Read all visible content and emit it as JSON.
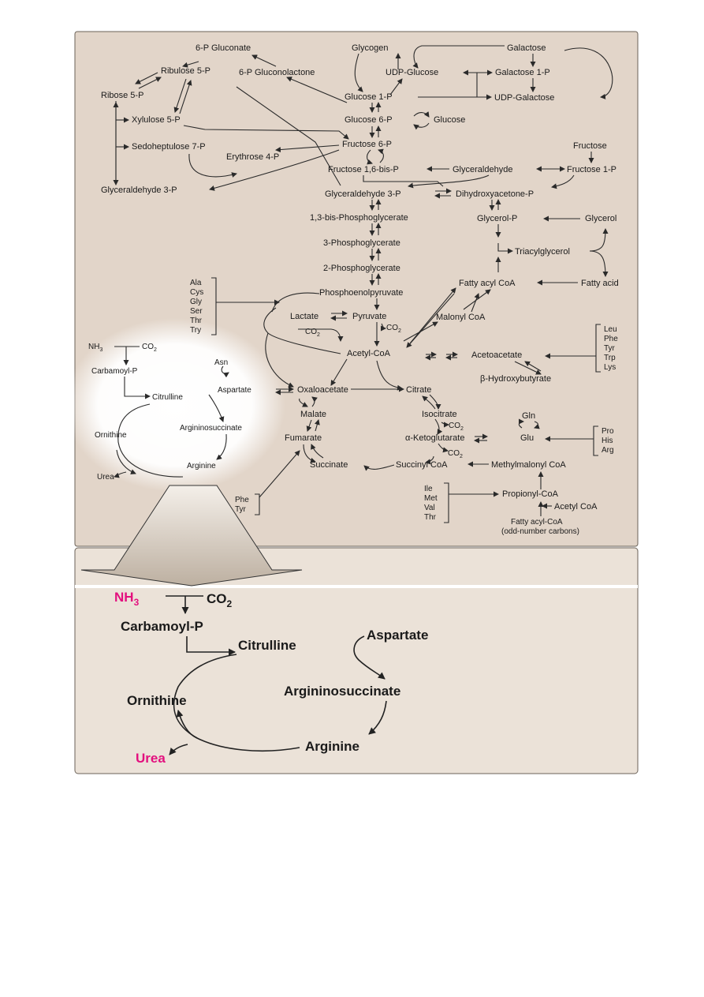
{
  "overview": {
    "pentose": {
      "p6_gluconate": "6-P Gluconate",
      "ribulose5p": "Ribulose 5-P",
      "gluconolactone": "6-P Gluconolactone",
      "ribose5p": "Ribose 5-P",
      "xylulose5p": "Xylulose 5-P",
      "sedoheptulose7p": "Sedoheptulose 7-P",
      "erythrose4p": "Erythrose 4-P",
      "glyceraldehyde3p_left": "Glyceraldehyde 3-P"
    },
    "glycogen": {
      "glycogen": "Glycogen",
      "udp_glucose": "UDP-Glucose",
      "galactose": "Galactose",
      "galactose1p": "Galactose 1-P",
      "udp_galactose": "UDP-Galactose",
      "glucose1p": "Glucose 1-P",
      "glucose6p": "Glucose 6-P",
      "glucose": "Glucose"
    },
    "glycolysis": {
      "fructose6p": "Fructose 6-P",
      "fructose": "Fructose",
      "fructose16bis": "Fructose 1,6-bis-P",
      "glyceraldehyde": "Glyceraldehyde",
      "fructose1p": "Fructose 1-P",
      "glyceraldehyde3p": "Glyceraldehyde 3-P",
      "dhap": "Dihydroxyacetone-P",
      "bpg13": "1,3-bis-Phosphoglycerate",
      "pg3": "3-Phosphoglycerate",
      "pg2": "2-Phosphoglycerate",
      "pep": "Phosphoenolpyruvate",
      "lactate": "Lactate",
      "pyruvate": "Pyruvate",
      "co2_a": "CO",
      "co2_b": "CO",
      "acetyl_coa": "Acetyl-CoA"
    },
    "lipid": {
      "glycerol_p": "Glycerol-P",
      "glycerol": "Glycerol",
      "triacylglycerol": "Triacylglycerol",
      "fatty_acyl_coa": "Fatty acyl CoA",
      "fatty_acid": "Fatty acid",
      "malonyl_coa": "Malonyl CoA",
      "acetoacetate": "Acetoacetate",
      "hydroxybutyrate": "β-Hydroxybutyrate"
    },
    "aa_group1": [
      "Ala",
      "Cys",
      "Gly",
      "Ser",
      "Thr",
      "Try"
    ],
    "aa_group2": [
      "Leu",
      "Phe",
      "Tyr",
      "Trp",
      "Lys"
    ],
    "aa_group3": [
      "Pro",
      "His",
      "Arg"
    ],
    "aa_group4": [
      "Phe",
      "Tyr"
    ],
    "aa_group5": [
      "Ile",
      "Met",
      "Val",
      "Thr"
    ],
    "tca": {
      "oxaloacetate": "Oxaloacetate",
      "citrate": "Citrate",
      "isocitrate": "Isocitrate",
      "co2_c": "CO",
      "akg": "α-Ketoglutarate",
      "co2_d": "CO",
      "gln": "Gln",
      "glu": "Glu",
      "succinyl_coa": "Succinyl CoA",
      "methylmalonyl": "Methylmalonyl CoA",
      "succinate": "Succinate",
      "fumarate": "Fumarate",
      "malate": "Malate",
      "propionyl": "Propionyl-CoA",
      "acetyl_coa2": "Acetyl CoA",
      "fatty_odd1": "Fatty acyl-CoA",
      "fatty_odd2": "(odd-number carbons)"
    },
    "urea_small": {
      "nh3": "NH",
      "co2": "CO",
      "carbamoyl": "Carbamoyl-P",
      "asn": "Asn",
      "aspartate": "Aspartate",
      "citrulline": "Citrulline",
      "argininosuccinate": "Argininosuccinate",
      "ornithine": "Ornithine",
      "arginine": "Arginine",
      "urea": "Urea"
    }
  },
  "urea_cycle": {
    "nh3": "NH",
    "nh3_sub": "3",
    "co2": "CO",
    "co2_sub": "2",
    "carbamoyl": "Carbamoyl-P",
    "citrulline": "Citrulline",
    "aspartate": "Aspartate",
    "ornithine": "Ornithine",
    "argininosuccinate": "Argininosuccinate",
    "arginine": "Arginine",
    "urea": "Urea"
  },
  "colors": {
    "panel_fill": "#e2d5c9",
    "lower_fill": "#ebe2d8",
    "highlight": "#e3107e",
    "funnel": "#c9bcad"
  }
}
